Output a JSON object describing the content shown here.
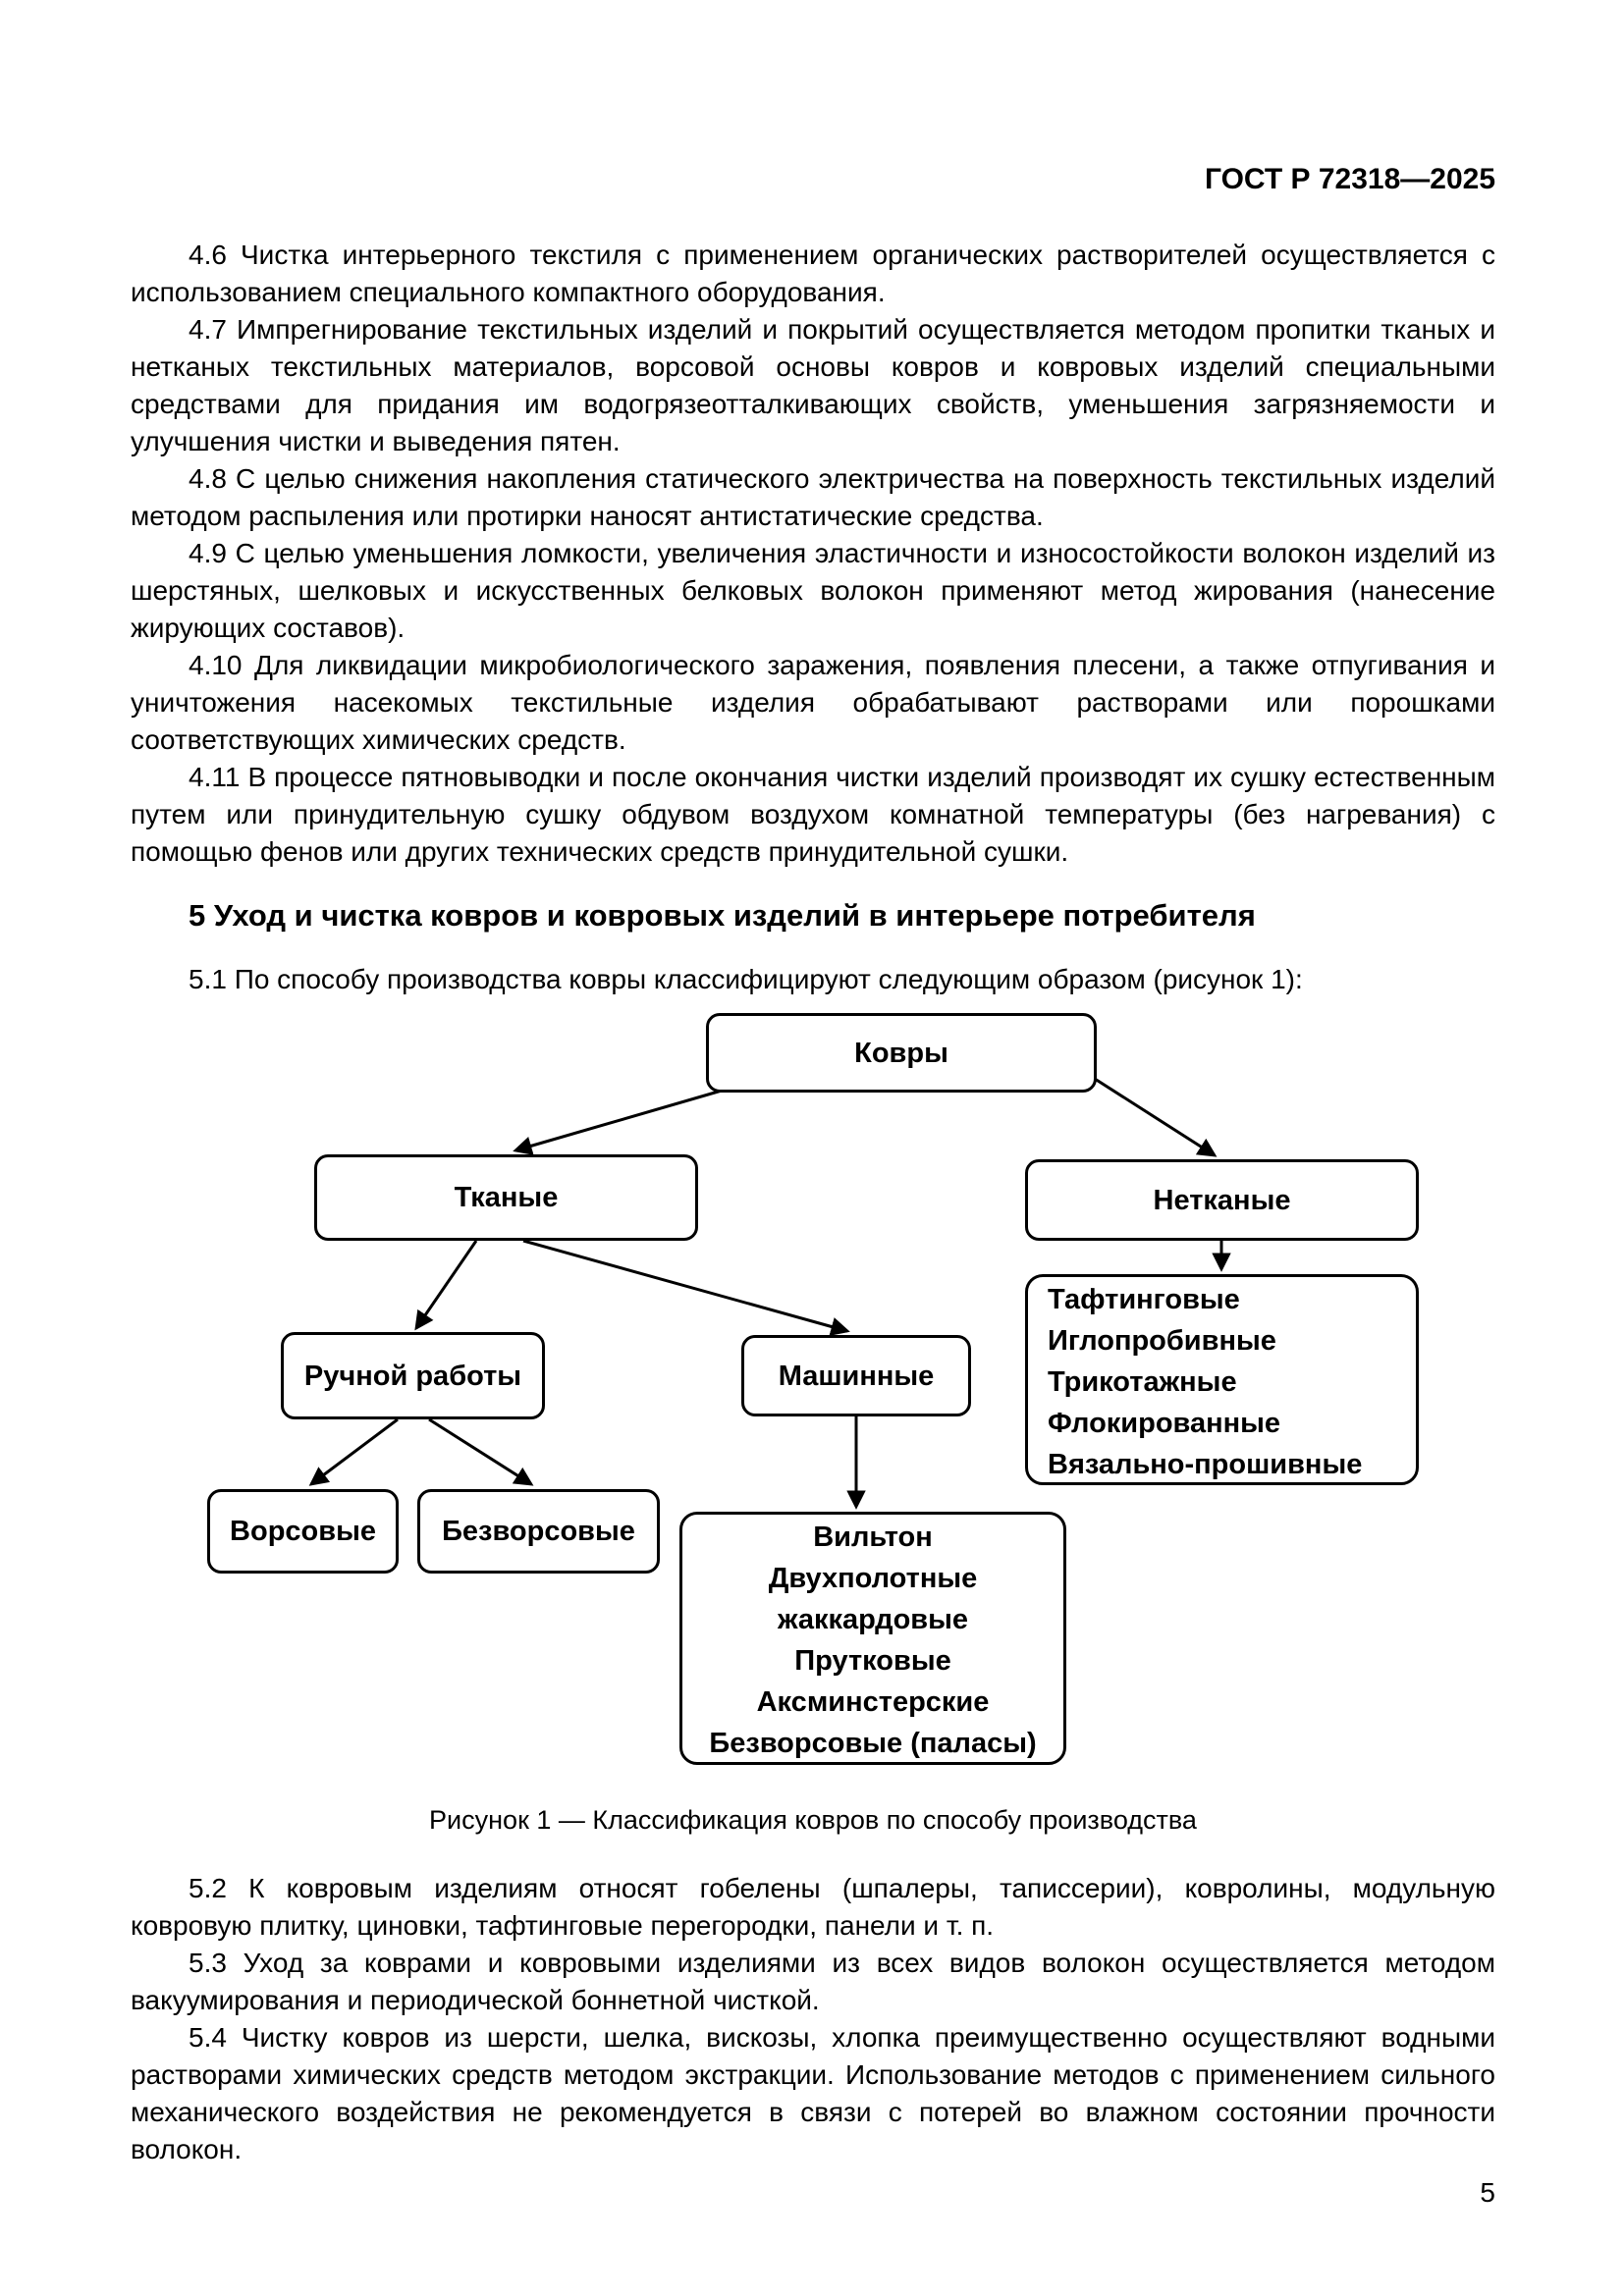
{
  "colors": {
    "ink": "#000000",
    "paper": "#ffffff"
  },
  "header": {
    "doc_code": "ГОСТ Р 72318—2025"
  },
  "footer": {
    "page_number": "5"
  },
  "section4": {
    "p46": "4.6 Чистка интерьерного текстиля с применением органических растворителей осуществляется с использованием специального компактного оборудования.",
    "p47": "4.7 Импрегнирование текстильных изделий и покрытий осуществляется методом пропитки тканых и нетканых текстильных материалов, ворсовой основы ковров и ковровых изделий специальными средствами для придания им водогрязеотталкивающих свойств, уменьшения загрязняемости и улучшения чистки и выведения пятен.",
    "p48": "4.8 С целью снижения накопления статического электричества на поверхность текстильных изделий методом распыления или протирки наносят антистатические средства.",
    "p49": "4.9 С целью уменьшения ломкости, увеличения эластичности и износостойкости волокон изделий из шерстяных, шелковых и искусственных белковых волокон применяют метод жирования (нанесение жирующих составов).",
    "p410": "4.10 Для ликвидации микробиологического заражения, появления плесени, а также отпугивания и уничтожения насекомых текстильные изделия обрабатывают растворами или порошками соответствующих химических средств.",
    "p411": "4.11 В процессе пятновыводки и после окончания чистки изделий производят их сушку естественным путем или принудительную сушку обдувом воздухом комнатной температуры (без нагревания) с помощью фенов или других технических средств принудительной сушки."
  },
  "section5": {
    "heading": "5 Уход и чистка ковров и ковровых изделий в интерьере потребителя",
    "p51": "5.1 По способу производства ковры классифицируют следующим образом (рисунок 1):",
    "p52": "5.2 К ковровым изделиям относят гобелены (шпалеры, таписсерии), ковролины, модульную ковровую плитку, циновки, тафтинговые перегородки, панели и т. п.",
    "p53": "5.3 Уход за коврами и ковровыми изделиями из всех видов волокон осуществляется методом вакуумирования и периодической боннетной чисткой.",
    "p54": "5.4 Чистку ковров из шерсти, шелка, вискозы, хлопка преимущественно осуществляют водными растворами химических средств методом экстракции. Использование методов с применением сильного механического воздействия не рекомендуется в связи с потерей во влажном состоянии прочности волокон."
  },
  "figure1": {
    "caption": "Рисунок 1 — Классификация ковров по способу производства",
    "nodes": {
      "root": "Ковры",
      "woven": "Тканые",
      "nonwoven": "Нетканые",
      "nonwoven_types": "Тафтинговые\nИглопробивные\nТрикотажные\nФлокированные\nВязально-прошивные",
      "handmade": "Ручной работы",
      "machine": "Машинные",
      "pile": "Ворсовые",
      "pileless": "Безворсовые",
      "machine_types": "Вильтон\nДвухполотные\nжаккардовые\nПрутковые\nАксминстерские\nБезворсовые (паласы)"
    },
    "edges": [
      [
        "root",
        "woven"
      ],
      [
        "root",
        "nonwoven"
      ],
      [
        "nonwoven",
        "nonwoven_types"
      ],
      [
        "woven",
        "handmade"
      ],
      [
        "woven",
        "machine"
      ],
      [
        "machine",
        "machine_types"
      ],
      [
        "handmade",
        "pile"
      ],
      [
        "handmade",
        "pileless"
      ]
    ]
  }
}
